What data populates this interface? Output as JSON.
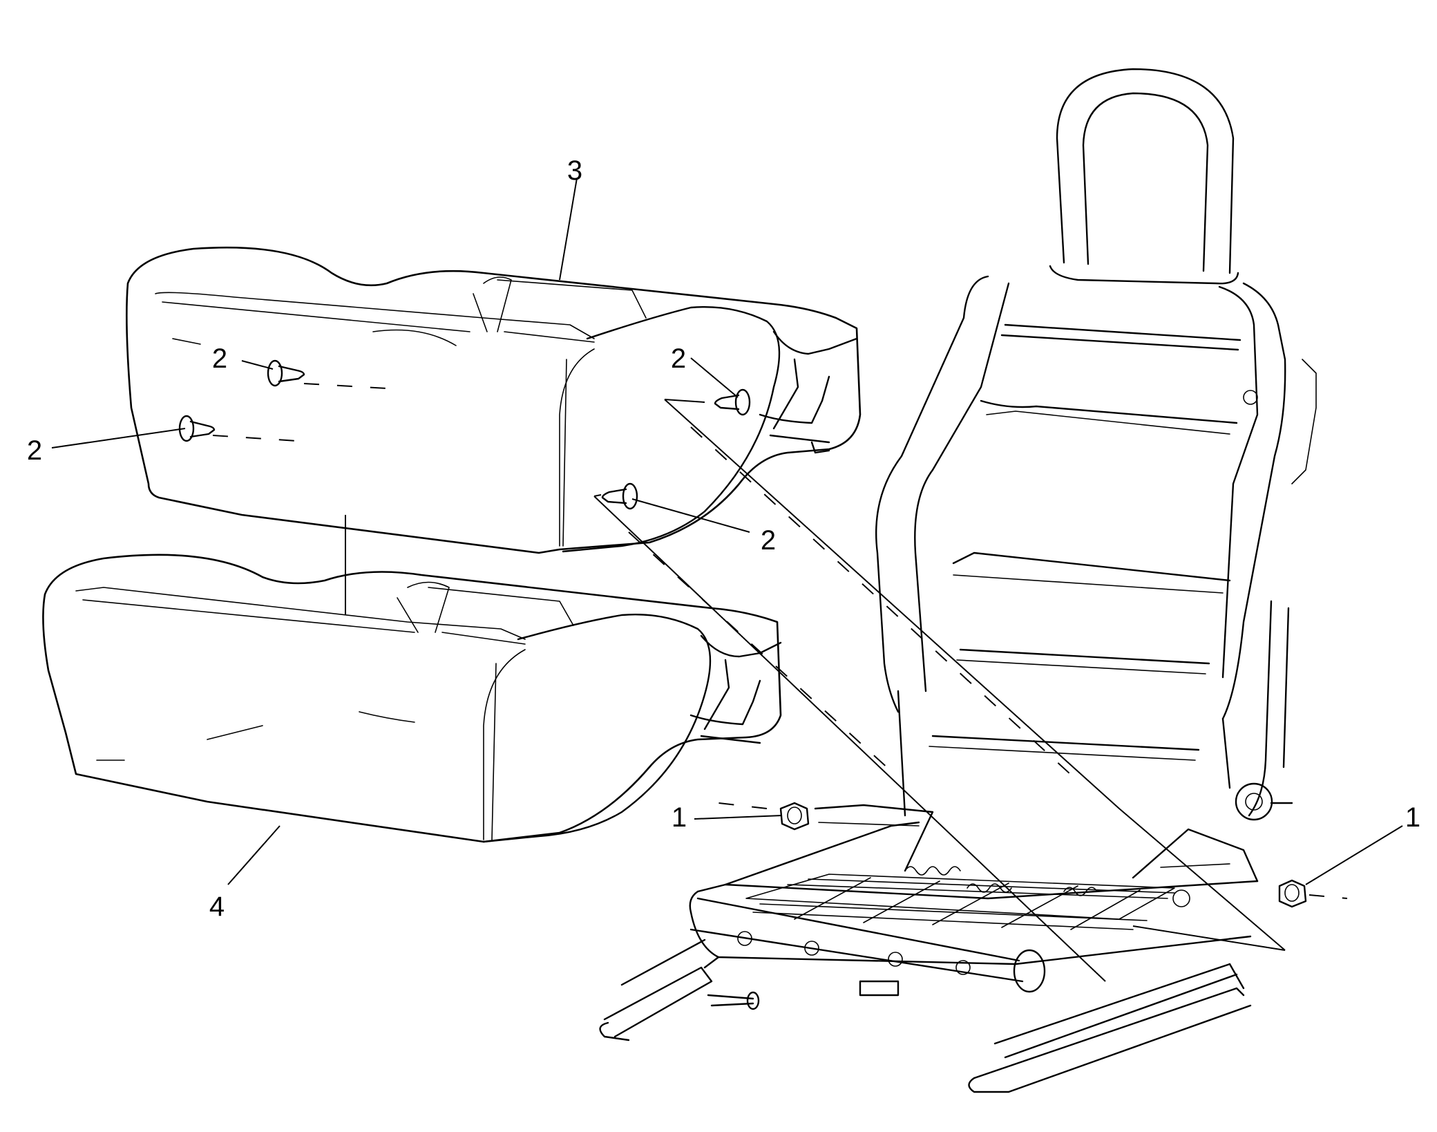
{
  "callouts": {
    "c1_left": "1",
    "c1_right": "1",
    "c2_top_left": "2",
    "c2_mid_left": "2",
    "c2_top_right": "2",
    "c2_lower_right": "2",
    "c3": "3",
    "c4": "4"
  }
}
